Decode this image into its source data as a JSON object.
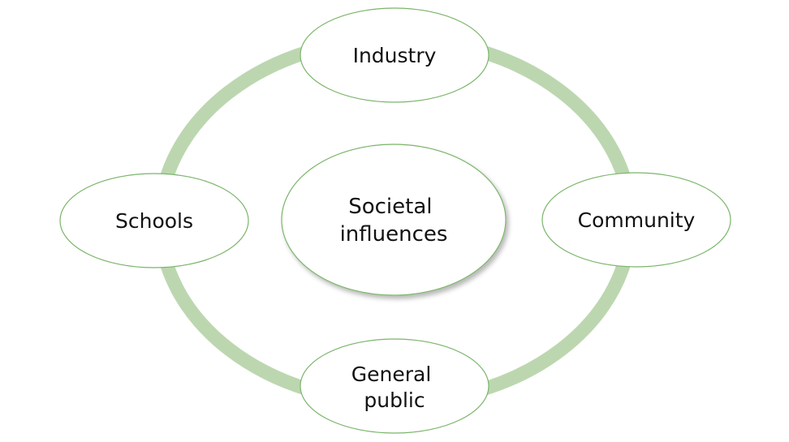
{
  "colors": {
    "ring": "#bcd7b0",
    "node_border": "#7ab56a",
    "node_fill": "#ffffff",
    "text": "#111111"
  },
  "center": {
    "lines": [
      "Societal",
      "influences"
    ]
  },
  "nodes": {
    "industry": {
      "lines": [
        "Industry"
      ]
    },
    "community": {
      "lines": [
        "Community"
      ]
    },
    "general_public": {
      "lines": [
        "General",
        "public"
      ]
    },
    "schools": {
      "lines": [
        "Schools"
      ]
    }
  }
}
